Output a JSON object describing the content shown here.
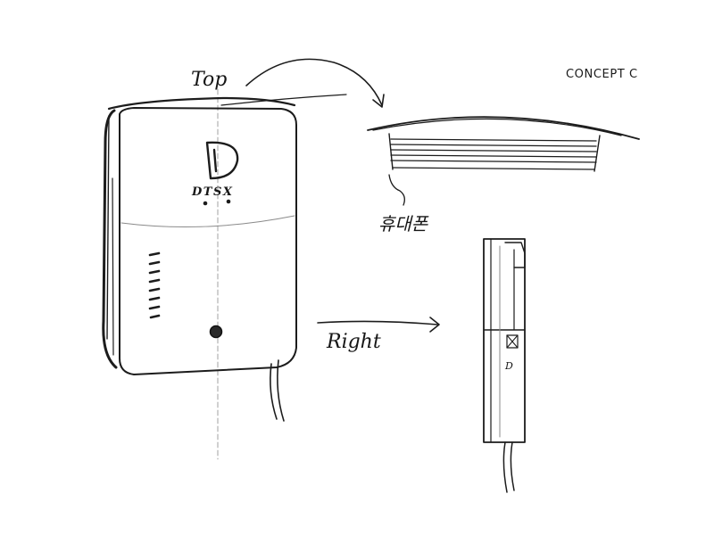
{
  "concept_label": "CONCEPT C",
  "labels": {
    "top": "Top",
    "right": "Right",
    "note": "휴대폰"
  },
  "device": {
    "logo_letter": "D",
    "brand": "DTSX",
    "side_mark": "D"
  },
  "colors": {
    "ink": "#1c1c1c",
    "paper": "#ffffff"
  }
}
